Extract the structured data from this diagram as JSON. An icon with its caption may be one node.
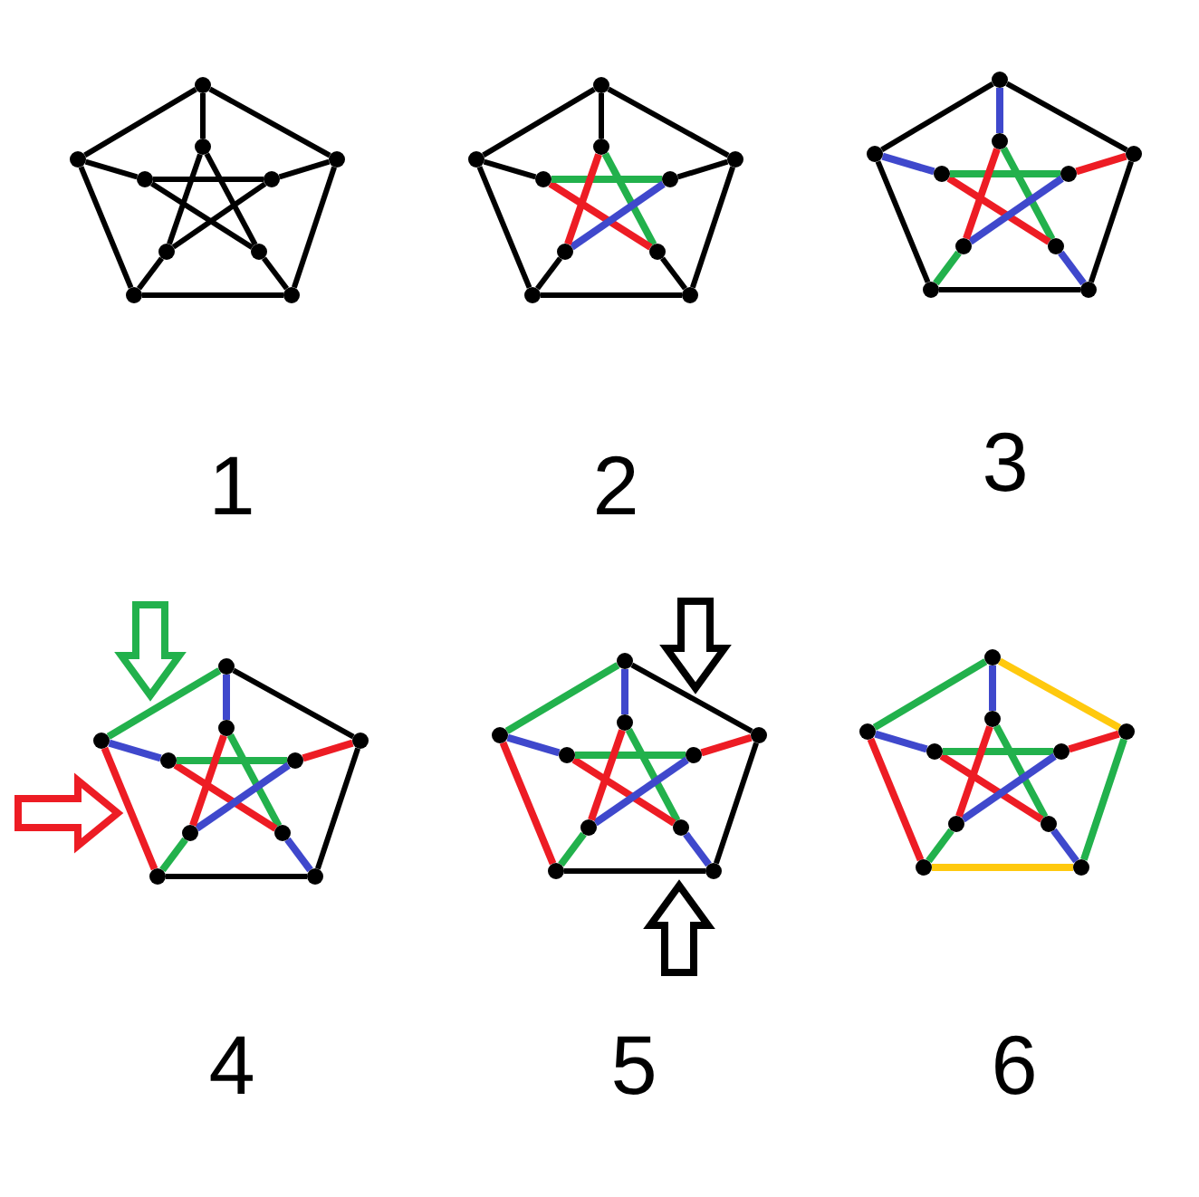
{
  "diagram": {
    "nodes": [
      {
        "text": [],
        "shape": "circle"
      },
      {
        "text": [],
        "shape": "circle"
      },
      {
        "text": [],
        "shape": "circle"
      },
      {
        "text": [],
        "shape": "circle"
      },
      {
        "text": [],
        "shape": "circle"
      },
      {
        "text": [],
        "shape": "circle"
      },
      {
        "text": [],
        "shape": "circle"
      },
      {
        "text": [],
        "shape": "circle"
      },
      {
        "text": [],
        "shape": "circle"
      },
      {
        "text": [],
        "shape": "circle"
      },
      {
        "text": [],
        "shape": "circle"
      },
      {
        "text": [],
        "shape": "circle"
      },
      {
        "text": [],
        "shape": "circle"
      },
      {
        "text": [],
        "shape": "circle"
      },
      {
        "text": [],
        "shape": "circle"
      },
      {
        "text": [],
        "shape": "circle"
      },
      {
        "text": [],
        "shape": "circle"
      },
      {
        "text": [],
        "shape": "circle"
      },
      {
        "text": [],
        "shape": "circle"
      },
      {
        "text": [],
        "shape": "circle"
      },
      {
        "text": [],
        "shape": "circle"
      },
      {
        "text": [],
        "shape": "circle"
      },
      {
        "text": [],
        "shape": "circle"
      },
      {
        "text": [],
        "shape": "circle"
      },
      {
        "text": [],
        "shape": "circle"
      },
      {
        "text": [],
        "shape": "circle"
      },
      {
        "text": [],
        "shape": "circle"
      },
      {
        "text": [],
        "shape": "circle"
      },
      {
        "text": [],
        "shape": "circle"
      },
      {
        "text": [],
        "shape": "circle"
      },
      {
        "text": [],
        "shape": "circle"
      },
      {
        "text": [],
        "shape": "circle"
      },
      {
        "text": [],
        "shape": "circle"
      },
      {
        "text": [],
        "shape": "circle"
      },
      {
        "text": [],
        "shape": "circle"
      },
      {
        "text": [],
        "shape": "circle"
      },
      {
        "text": [],
        "shape": "circle"
      },
      {
        "text": [],
        "shape": "circle"
      },
      {
        "text": [],
        "shape": "circle"
      },
      {
        "text": [],
        "shape": "circle"
      },
      {
        "text": [],
        "shape": "circle"
      },
      {
        "text": [],
        "shape": "circle"
      },
      {
        "text": [],
        "shape": "circle"
      },
      {
        "text": [],
        "shape": "circle"
      },
      {
        "text": [],
        "shape": "circle"
      },
      {
        "text": [],
        "shape": "circle"
      },
      {
        "text": [],
        "shape": "circle"
      },
      {
        "text": [],
        "shape": "circle"
      },
      {
        "text": [],
        "shape": "circle"
      },
      {
        "text": [],
        "shape": "circle"
      },
      {
        "text": [],
        "shape": "circle"
      },
      {
        "text": [],
        "shape": "circle"
      },
      {
        "text": [],
        "shape": "circle"
      },
      {
        "text": [],
        "shape": "circle"
      },
      {
        "text": [],
        "shape": "circle"
      },
      {
        "text": [],
        "shape": "circle"
      },
      {
        "text": [],
        "shape": "circle"
      },
      {
        "text": [],
        "shape": "circle"
      },
      {
        "text": [],
        "shape": "circle"
      },
      {
        "text": [],
        "shape": "circle"
      }
    ],
    "edges": [
      {
        "from": 0,
        "to": 3,
        "arrow": "none"
      },
      {
        "from": 3,
        "to": 9,
        "arrow": "none"
      },
      {
        "from": 9,
        "to": 8,
        "arrow": "none"
      },
      {
        "from": 8,
        "to": 2,
        "arrow": "none"
      },
      {
        "from": 2,
        "to": 0,
        "arrow": "none"
      },
      {
        "from": 0,
        "to": 1,
        "arrow": "none"
      },
      {
        "from": 3,
        "to": 5,
        "arrow": "none"
      },
      {
        "from": 9,
        "to": 7,
        "arrow": "none"
      },
      {
        "from": 8,
        "to": 6,
        "arrow": "none"
      },
      {
        "from": 2,
        "to": 4,
        "arrow": "none"
      },
      {
        "from": 1,
        "to": 7,
        "arrow": "none"
      },
      {
        "from": 7,
        "to": 4,
        "arrow": "none"
      },
      {
        "from": 4,
        "to": 5,
        "arrow": "none"
      },
      {
        "from": 5,
        "to": 6,
        "arrow": "none"
      },
      {
        "from": 6,
        "to": 1,
        "arrow": "none"
      },
      {
        "from": 10,
        "to": 13,
        "arrow": "none"
      },
      {
        "from": 13,
        "to": 19,
        "arrow": "none"
      },
      {
        "from": 19,
        "to": 18,
        "arrow": "none"
      },
      {
        "from": 18,
        "to": 12,
        "arrow": "none"
      },
      {
        "from": 12,
        "to": 10,
        "arrow": "none"
      },
      {
        "from": 10,
        "to": 11,
        "arrow": "none"
      },
      {
        "from": 13,
        "to": 15,
        "arrow": "none"
      },
      {
        "from": 19,
        "to": 17,
        "arrow": "none"
      },
      {
        "from": 18,
        "to": 16,
        "arrow": "none"
      },
      {
        "from": 12,
        "to": 14,
        "arrow": "none"
      },
      {
        "from": 11,
        "to": 17,
        "arrow": "none",
        "color": "#22b14c"
      },
      {
        "from": 17,
        "to": 14,
        "arrow": "none",
        "color": "#ed1c24"
      },
      {
        "from": 14,
        "to": 15,
        "arrow": "none",
        "color": "#22b14c"
      },
      {
        "from": 15,
        "to": 16,
        "arrow": "none",
        "color": "#3f48cc"
      },
      {
        "from": 16,
        "to": 11,
        "arrow": "none",
        "color": "#ed1c24"
      },
      {
        "from": 20,
        "to": 23,
        "arrow": "none"
      },
      {
        "from": 23,
        "to": 29,
        "arrow": "none"
      },
      {
        "from": 29,
        "to": 28,
        "arrow": "none"
      },
      {
        "from": 28,
        "to": 22,
        "arrow": "none"
      },
      {
        "from": 22,
        "to": 20,
        "arrow": "none"
      },
      {
        "from": 20,
        "to": 21,
        "arrow": "none",
        "color": "#3f48cc"
      },
      {
        "from": 23,
        "to": 25,
        "arrow": "none",
        "color": "#ed1c24"
      },
      {
        "from": 29,
        "to": 27,
        "arrow": "none",
        "color": "#3f48cc"
      },
      {
        "from": 28,
        "to": 26,
        "arrow": "none",
        "color": "#22b14c"
      },
      {
        "from": 22,
        "to": 24,
        "arrow": "none",
        "color": "#3f48cc"
      },
      {
        "from": 21,
        "to": 27,
        "arrow": "none",
        "color": "#22b14c"
      },
      {
        "from": 27,
        "to": 24,
        "arrow": "none",
        "color": "#ed1c24"
      },
      {
        "from": 24,
        "to": 25,
        "arrow": "none",
        "color": "#22b14c"
      },
      {
        "from": 25,
        "to": 26,
        "arrow": "none",
        "color": "#3f48cc"
      },
      {
        "from": 26,
        "to": 21,
        "arrow": "none",
        "color": "#ed1c24"
      },
      {
        "from": 30,
        "to": 33,
        "arrow": "none"
      },
      {
        "from": 33,
        "to": 39,
        "arrow": "none"
      },
      {
        "from": 39,
        "to": 38,
        "arrow": "none"
      },
      {
        "from": 38,
        "to": 32,
        "arrow": "none",
        "color": "#ed1c24"
      },
      {
        "from": 32,
        "to": 30,
        "arrow": "none",
        "color": "#22b14c"
      },
      {
        "from": 30,
        "to": 31,
        "arrow": "none",
        "color": "#3f48cc"
      },
      {
        "from": 33,
        "to": 35,
        "arrow": "none",
        "color": "#ed1c24"
      },
      {
        "from": 39,
        "to": 37,
        "arrow": "none",
        "color": "#3f48cc"
      },
      {
        "from": 38,
        "to": 36,
        "arrow": "none",
        "color": "#22b14c"
      },
      {
        "from": 32,
        "to": 34,
        "arrow": "none",
        "color": "#3f48cc"
      },
      {
        "from": 31,
        "to": 37,
        "arrow": "none",
        "color": "#22b14c"
      },
      {
        "from": 37,
        "to": 34,
        "arrow": "none",
        "color": "#ed1c24"
      },
      {
        "from": 34,
        "to": 35,
        "arrow": "none",
        "color": "#22b14c"
      },
      {
        "from": 35,
        "to": 36,
        "arrow": "none",
        "color": "#3f48cc"
      },
      {
        "from": 36,
        "to": 31,
        "arrow": "none",
        "color": "#ed1c24"
      },
      {
        "from": 40,
        "to": 43,
        "arrow": "none"
      },
      {
        "from": 43,
        "to": 49,
        "arrow": "none"
      },
      {
        "from": 49,
        "to": 48,
        "arrow": "none"
      },
      {
        "from": 48,
        "to": 42,
        "arrow": "none",
        "color": "#ed1c24"
      },
      {
        "from": 42,
        "to": 40,
        "arrow": "none",
        "color": "#22b14c"
      },
      {
        "from": 40,
        "to": 41,
        "arrow": "none",
        "color": "#3f48cc"
      },
      {
        "from": 43,
        "to": 45,
        "arrow": "none",
        "color": "#ed1c24"
      },
      {
        "from": 49,
        "to": 47,
        "arrow": "none",
        "color": "#3f48cc"
      },
      {
        "from": 48,
        "to": 46,
        "arrow": "none",
        "color": "#22b14c"
      },
      {
        "from": 42,
        "to": 44,
        "arrow": "none",
        "color": "#3f48cc"
      },
      {
        "from": 41,
        "to": 47,
        "arrow": "none",
        "color": "#22b14c"
      },
      {
        "from": 47,
        "to": 44,
        "arrow": "none",
        "color": "#ed1c24"
      },
      {
        "from": 44,
        "to": 45,
        "arrow": "none",
        "color": "#22b14c"
      },
      {
        "from": 45,
        "to": 46,
        "arrow": "none",
        "color": "#3f48cc"
      },
      {
        "from": 46,
        "to": 41,
        "arrow": "none",
        "color": "#ed1c24"
      },
      {
        "from": 50,
        "to": 53,
        "arrow": "none",
        "color": "#ffc90e"
      },
      {
        "from": 53,
        "to": 59,
        "arrow": "none",
        "color": "#22b14c"
      },
      {
        "from": 59,
        "to": 58,
        "arrow": "none",
        "color": "#ffc90e"
      },
      {
        "from": 58,
        "to": 52,
        "arrow": "none",
        "color": "#ed1c24"
      },
      {
        "from": 52,
        "to": 50,
        "arrow": "none",
        "color": "#22b14c"
      },
      {
        "from": 50,
        "to": 51,
        "arrow": "none",
        "color": "#3f48cc"
      },
      {
        "from": 53,
        "to": 55,
        "arrow": "none",
        "color": "#ed1c24"
      },
      {
        "from": 59,
        "to": 57,
        "arrow": "none",
        "color": "#3f48cc"
      },
      {
        "from": 58,
        "to": 56,
        "arrow": "none",
        "color": "#22b14c"
      },
      {
        "from": 52,
        "to": 54,
        "arrow": "none",
        "color": "#3f48cc"
      },
      {
        "from": 51,
        "to": 57,
        "arrow": "none",
        "color": "#22b14c"
      },
      {
        "from": 57,
        "to": 54,
        "arrow": "none",
        "color": "#ed1c24"
      },
      {
        "from": 54,
        "to": 55,
        "arrow": "none",
        "color": "#22b14c"
      },
      {
        "from": 55,
        "to": 56,
        "arrow": "none",
        "color": "#3f48cc"
      },
      {
        "from": 56,
        "to": 51,
        "arrow": "none",
        "color": "#ed1c24"
      }
    ],
    "labels": [
      "1",
      "2",
      "3",
      "4",
      "5",
      "6"
    ]
  }
}
